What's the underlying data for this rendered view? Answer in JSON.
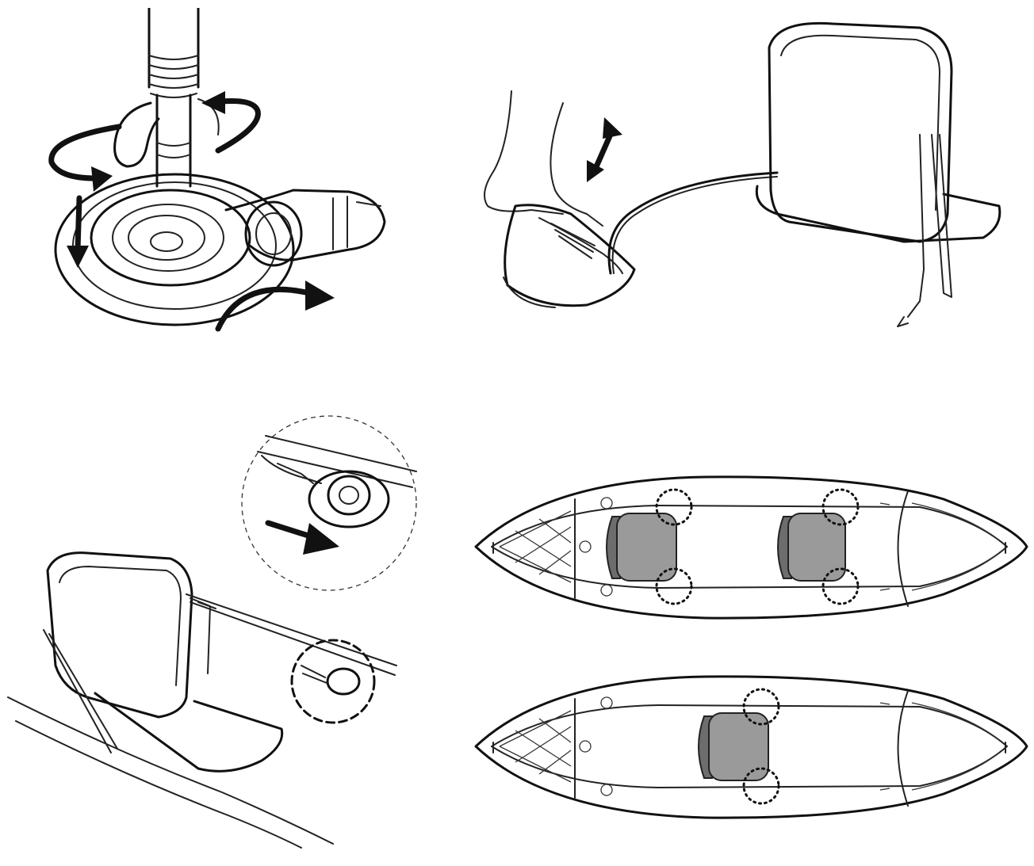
{
  "figure": {
    "panels": [
      {
        "id": "valve-attachment",
        "icons": [
          "valve-icon",
          "hose-icon",
          "rotate-arrow-icon",
          "down-arrow-icon",
          "curved-arrow-icon"
        ]
      },
      {
        "id": "foot-pump-inflation",
        "icons": [
          "foot-icon",
          "foot-pump-icon",
          "up-down-arrow-icon",
          "seat-backrest-icon"
        ]
      },
      {
        "id": "seat-clip-attachment",
        "icons": [
          "seat-icon",
          "clip-detail-magnifier-icon",
          "push-arrow-icon"
        ]
      },
      {
        "id": "seat-positions-top-view",
        "layouts": [
          {
            "name": "two-seat-layout",
            "seats": 2
          },
          {
            "name": "one-seat-layout",
            "seats": 1
          }
        ]
      }
    ],
    "colors": {
      "line": "#111111",
      "seat": "#9a9a9a",
      "seat_side": "#6d6d6d",
      "background": "#ffffff"
    }
  }
}
